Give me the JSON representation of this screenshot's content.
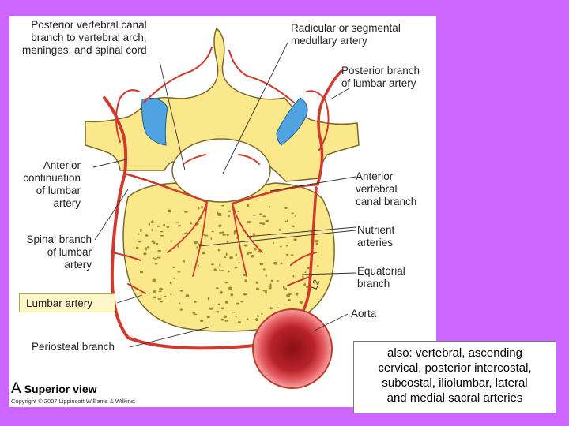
{
  "labels": {
    "posterior_canal": [
      "Posterior vertebral canal",
      "branch to vertebral arch,",
      "meninges, and spinal cord"
    ],
    "radicular": [
      "Radicular or segmental",
      "medullary artery"
    ],
    "posterior_branch": [
      "Posterior branch",
      "of lumbar artery"
    ],
    "anterior_continuation": [
      "Anterior",
      "continuation",
      "of lumbar",
      "artery"
    ],
    "anterior_canal": [
      "Anterior",
      "vertebral",
      "canal branch"
    ],
    "spinal_branch": [
      "Spinal branch",
      "of lumbar",
      "artery"
    ],
    "nutrient": [
      "Nutrient",
      "arteries"
    ],
    "equatorial": [
      "Equatorial",
      "branch"
    ],
    "lumbar_artery": "Lumbar artery",
    "aorta": "Aorta",
    "periosteal": "Periosteal branch",
    "vertebra_mark": "L2"
  },
  "view": {
    "letter": "A",
    "label": "Superior view"
  },
  "copyright": "Copyright © 2007 Lippincott Williams & Wilkins.",
  "note": [
    "also: vertebral, ascending",
    "cervical, posterior intercostal,",
    "subcostal, iliolumbar, lateral",
    "and medial sacral arteries"
  ],
  "colors": {
    "background": "#cc66ff",
    "bone": "#fbe88a",
    "bone_outline": "#7a6a2a",
    "artery": "#d0392b",
    "facet": "#4ea3e0",
    "aorta_core": "#8a0f14"
  }
}
